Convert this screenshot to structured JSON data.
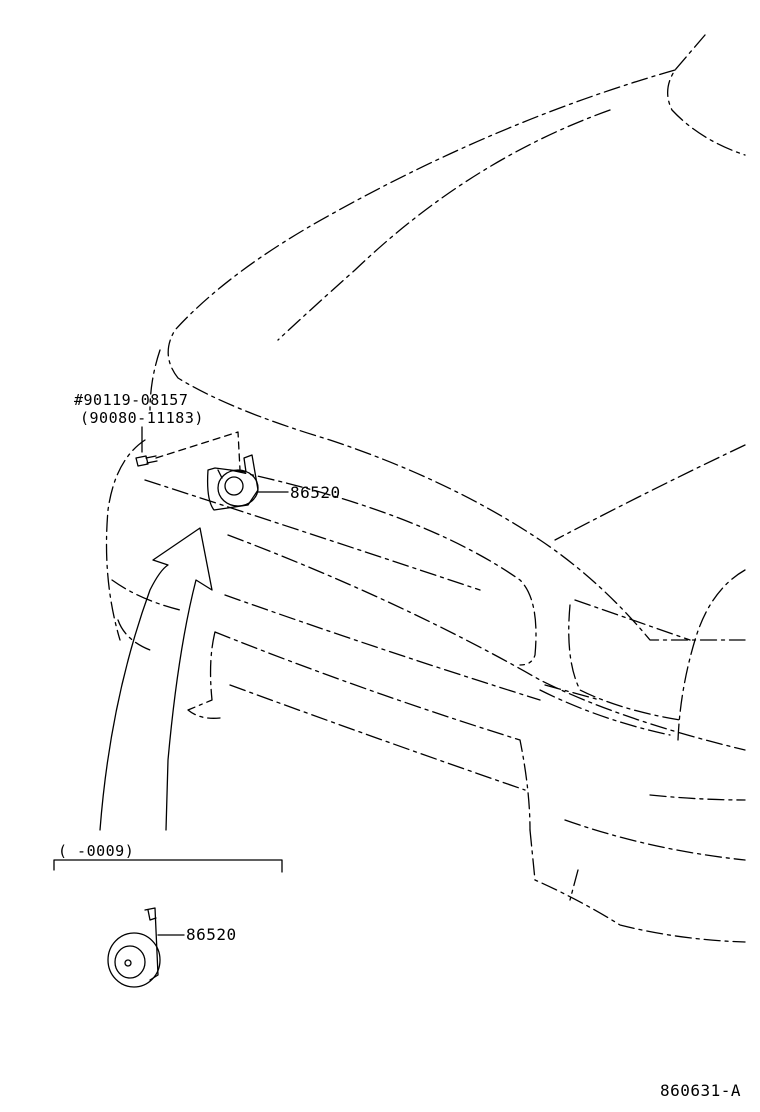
{
  "callouts": {
    "bolt_part": "#90119-08157",
    "bolt_alt_part": "(90080-11183)",
    "horn_upper_part": "86520",
    "variant_range": "(      -0009)",
    "horn_lower_part": "86520"
  },
  "figure_code": "860631-A"
}
